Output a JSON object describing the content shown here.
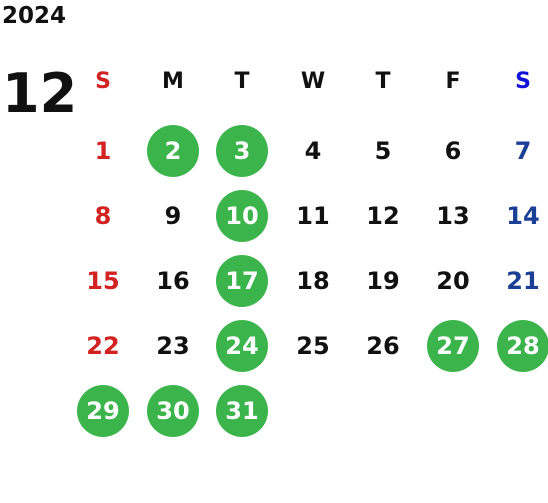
{
  "calendar": {
    "year": "2024",
    "month": "12",
    "weekdays": [
      "S",
      "M",
      "T",
      "W",
      "T",
      "F",
      "S"
    ],
    "start_weekday": 0,
    "days_in_month": 31,
    "highlighted_days": [
      2,
      3,
      10,
      17,
      24,
      27,
      28,
      29,
      30,
      31
    ],
    "colors": {
      "sunday": "#d32222",
      "saturday_header": "#1212d6",
      "saturday": "#1a3f94",
      "weekday": "#111111",
      "highlight_bg": "#3bb44c",
      "highlight_text": "#ffffff"
    }
  }
}
